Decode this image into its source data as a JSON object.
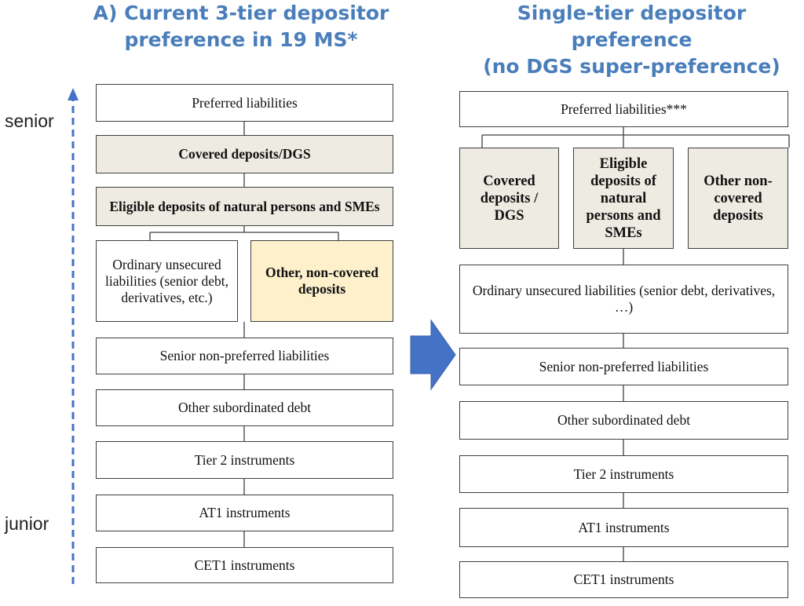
{
  "left": {
    "title_line1": "A) Current 3-tier depositor",
    "title_line2": "preference in 19 MS*",
    "axis": {
      "top_label": "senior",
      "bottom_label": "junior"
    },
    "boxes": {
      "preferred": "Preferred liabilities",
      "covered": "Covered deposits/DGS",
      "eligible": "Eligible deposits of natural persons and SMEs",
      "ordinary": "Ordinary unsecured liabilities (senior debt, derivatives, etc.)",
      "other": "Other, non-covered deposits",
      "snp": "Senior non-preferred liabilities",
      "subdebt": "Other subordinated debt",
      "tier2": "Tier 2 instruments",
      "at1": "AT1 instruments",
      "cet1": "CET1 instruments"
    }
  },
  "right": {
    "title_line1": "Single-tier depositor preference",
    "title_line2": "(no DGS super-preference)",
    "boxes": {
      "preferred": "Preferred liabilities***",
      "covered": "Covered deposits / DGS",
      "eligible": "Eligible deposits of natural persons and SMEs",
      "other": "Other non-covered deposits",
      "ordinary": "Ordinary unsecured liabilities (senior debt, derivatives, …)",
      "snp": "Senior non-preferred liabilities",
      "subdebt": "Other subordinated debt",
      "tier2": "Tier 2 instruments",
      "at1": "AT1 instruments",
      "cet1": "CET1 instruments"
    }
  },
  "colors": {
    "title": "#4a7ebb",
    "arrow": "#4472c4",
    "grey_fill": "#eeece2",
    "yellow_fill": "#fdf0cb"
  }
}
